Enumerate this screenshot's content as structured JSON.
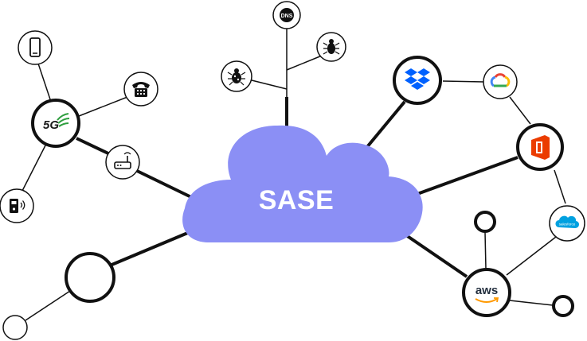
{
  "cloud": {
    "label": "SASE",
    "color": "#8b8ff5"
  },
  "nodes": {
    "g5": {
      "label": "5G",
      "color": "#1a1a1a",
      "accent": "#2e9e3e"
    },
    "dns": {
      "label": "DNS"
    },
    "aws": {
      "label": "aws",
      "accent": "#ff9900"
    },
    "salesforce": {
      "label": "salesforce",
      "color": "#00a1e0"
    },
    "office": {
      "color": "#eb3c00"
    },
    "dropbox": {
      "color": "#0061ff"
    }
  },
  "icons": [
    "smartphone-icon",
    "phone-icon",
    "5g-icon",
    "router-icon",
    "iot-device-icon",
    "dns-icon",
    "bug-icon",
    "virus-icon",
    "dropbox-icon",
    "google-cloud-icon",
    "office-icon",
    "salesforce-icon",
    "aws-icon"
  ]
}
